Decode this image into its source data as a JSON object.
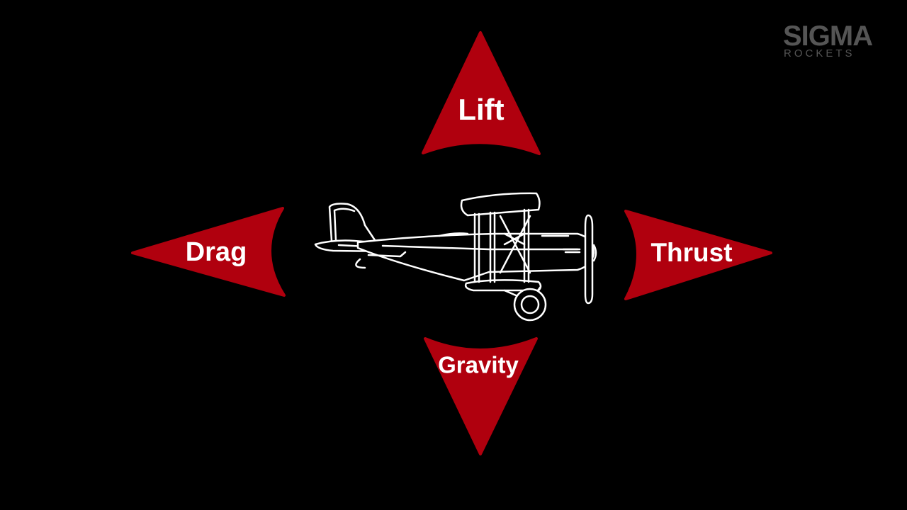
{
  "logo": {
    "main": "SIGMA",
    "sub": "ROCKETS"
  },
  "forces": {
    "lift": "Lift",
    "drag": "Drag",
    "thrust": "Thrust",
    "gravity": "Gravity"
  },
  "colors": {
    "background": "#000000",
    "arrow": "#b0000e",
    "label": "#ffffff",
    "aircraft_outline": "#ffffff",
    "logo": "#555555"
  },
  "icons": {
    "aircraft": "biplane-icon"
  }
}
